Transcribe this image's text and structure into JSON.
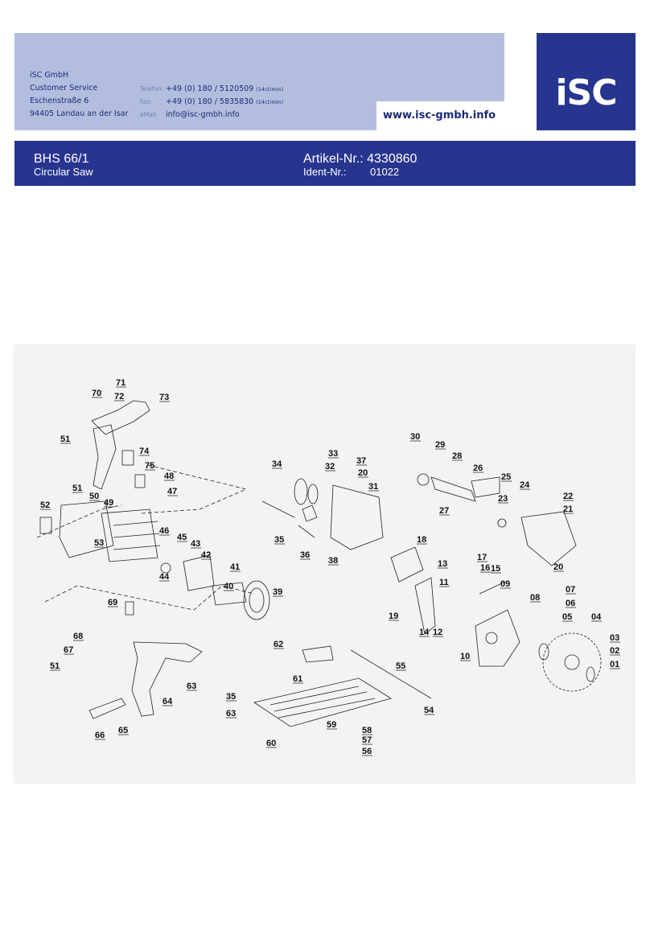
{
  "company": {
    "name": "iSC GmbH",
    "department": "Customer Service",
    "street": "Eschenstraße 6",
    "city": "94405 Landau an der Isar"
  },
  "contact": {
    "phone_label": "Telefon:",
    "phone": "+49 (0) 180 / 5120509",
    "phone_rate": "(14ct/min)",
    "fax_label": "Fax:",
    "fax": "+49 (0) 180 / 5835830",
    "fax_rate": "(14ct/min)",
    "email_label": "eMail:",
    "email": "info@isc-gmbh.info"
  },
  "website": "www.isc-gmbh.info",
  "logo_text": "iSC",
  "product": {
    "model": "BHS 66/1",
    "type": "Circular Saw",
    "article_label": "Artikel-Nr.:",
    "article_number": "4330860",
    "ident_label": "Ident-Nr.:",
    "ident_number": "01022"
  },
  "diagram": {
    "part_numbers": [
      "71",
      "70",
      "72",
      "73",
      "51",
      "74",
      "75",
      "48",
      "47",
      "51",
      "50",
      "49",
      "52",
      "53",
      "46",
      "45",
      "43",
      "42",
      "44",
      "41",
      "40",
      "39",
      "69",
      "68",
      "67",
      "51",
      "64",
      "63",
      "66",
      "65",
      "34",
      "33",
      "32",
      "37",
      "20",
      "31",
      "35",
      "36",
      "38",
      "62",
      "61",
      "35",
      "63",
      "60",
      "59",
      "56",
      "57",
      "58",
      "55",
      "54",
      "30",
      "29",
      "28",
      "26",
      "25",
      "24",
      "27",
      "23",
      "22",
      "21",
      "20",
      "18",
      "17",
      "16",
      "15",
      "13",
      "11",
      "12",
      "14",
      "19",
      "09",
      "10",
      "08",
      "07",
      "06",
      "05",
      "04",
      "03",
      "02",
      "01"
    ]
  },
  "colors": {
    "header_light": "#b3bedf",
    "header_dark": "#27358f",
    "text_blue": "#1c2a78"
  }
}
